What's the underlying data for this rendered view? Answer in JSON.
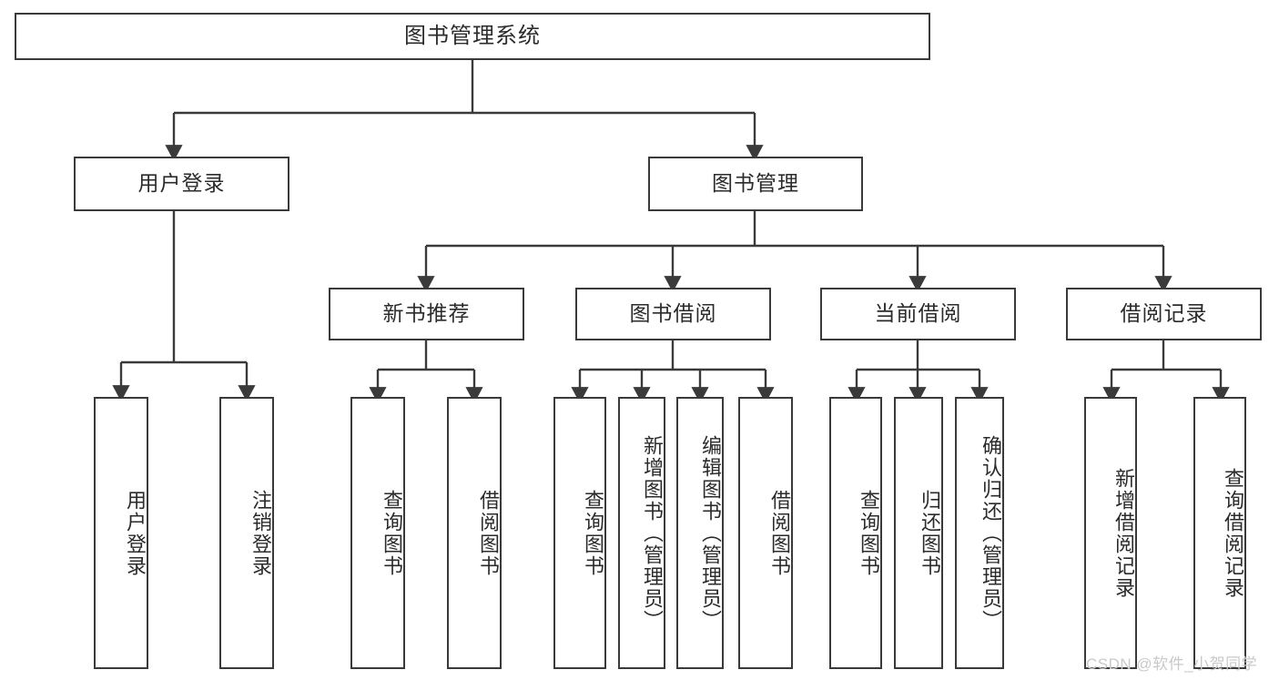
{
  "diagram": {
    "type": "tree-hierarchy",
    "title": "图书管理系统",
    "root": {
      "id": "root",
      "label": "图书管理系统"
    },
    "level2": [
      {
        "id": "user-login",
        "label": "用户登录"
      },
      {
        "id": "book-manage",
        "label": "图书管理"
      }
    ],
    "level3": [
      {
        "id": "new-book-recommend",
        "label": "新书推荐",
        "parent": "book-manage"
      },
      {
        "id": "book-borrow",
        "label": "图书借阅",
        "parent": "book-manage"
      },
      {
        "id": "current-borrow",
        "label": "当前借阅",
        "parent": "book-manage"
      },
      {
        "id": "borrow-record",
        "label": "借阅记录",
        "parent": "book-manage"
      }
    ],
    "leaves": [
      {
        "id": "leaf-user-login",
        "label": "用户登录",
        "parent": "user-login"
      },
      {
        "id": "leaf-logout-login",
        "label": "注销登录",
        "parent": "user-login"
      },
      {
        "id": "leaf-query-book-1",
        "label": "查询图书",
        "parent": "new-book-recommend"
      },
      {
        "id": "leaf-borrow-book-1",
        "label": "借阅图书",
        "parent": "new-book-recommend"
      },
      {
        "id": "leaf-query-book-2",
        "label": "查询图书",
        "parent": "book-borrow"
      },
      {
        "id": "leaf-add-book",
        "label": "新增图书（管理员）",
        "parent": "book-borrow"
      },
      {
        "id": "leaf-edit-book",
        "label": "编辑图书（管理员）",
        "parent": "book-borrow"
      },
      {
        "id": "leaf-borrow-book-2",
        "label": "借阅图书",
        "parent": "book-borrow"
      },
      {
        "id": "leaf-query-book-3",
        "label": "查询图书",
        "parent": "current-borrow"
      },
      {
        "id": "leaf-return-book",
        "label": "归还图书",
        "parent": "current-borrow"
      },
      {
        "id": "leaf-confirm-return",
        "label": "确认归还（管理员）",
        "parent": "current-borrow"
      },
      {
        "id": "leaf-add-record",
        "label": "新增借阅记录",
        "parent": "borrow-record"
      },
      {
        "id": "leaf-query-record",
        "label": "查询借阅记录",
        "parent": "borrow-record"
      }
    ],
    "colors": {
      "stroke": "#3a3a3a",
      "fill": "#ffffff",
      "text": "#2b2b2b",
      "watermark": "#c9c9c9"
    }
  },
  "watermark": {
    "text": "CSDN @软件_小贺同学"
  }
}
